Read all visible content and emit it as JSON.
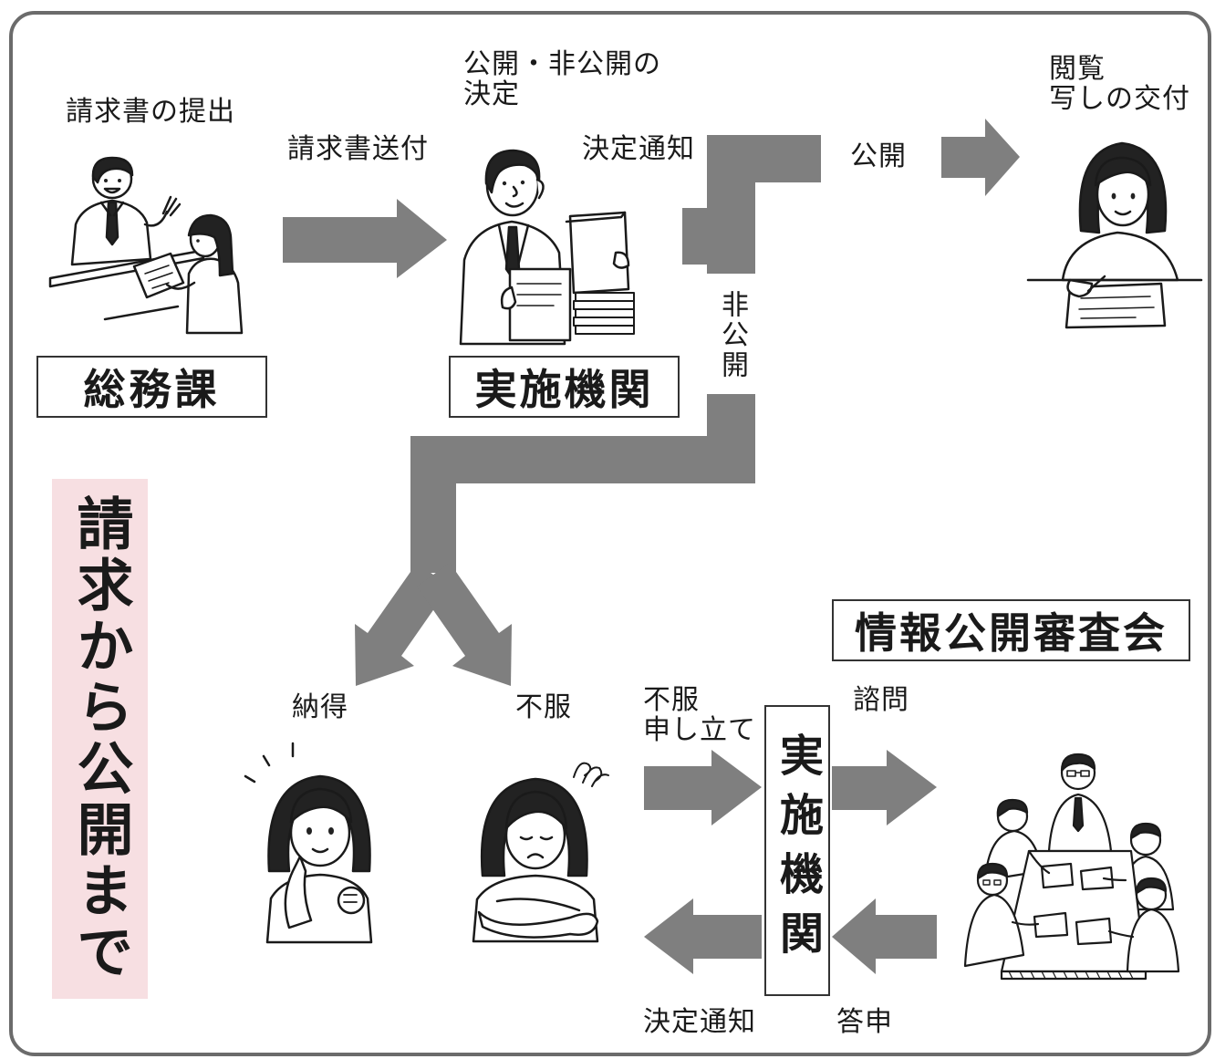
{
  "diagram_title": "請求から公開まで",
  "labels": {
    "request_submission": "請求書の提出",
    "request_forwarding": "請求書送付",
    "decision_line1": "公開・非公開の",
    "decision_line2": "決定",
    "decision_notice_top": "決定通知",
    "disclosure": "公開",
    "non_disclosure": "非公開",
    "viewing_line1": "閲覧",
    "viewing_line2": "写しの交付",
    "acceptance": "納得",
    "objection": "不服",
    "appeal_line1": "不服",
    "appeal_line2": "申し立て",
    "consultation": "諮問",
    "decision_notice_bottom": "決定通知",
    "report": "答申"
  },
  "boxes": {
    "general_affairs": "総務課",
    "implementing_agency_top": "実施機関",
    "implementing_agency_bottom": "実施機関",
    "review_board": "情報公開審査会"
  },
  "illustrations": [
    "desk-consultation-illustration",
    "official-with-documents-illustration",
    "woman-receiving-copy-illustration",
    "satisfied-woman-illustration",
    "dissatisfied-woman-illustration",
    "review-board-meeting-illustration"
  ],
  "colors": {
    "arrow": "#7f7f7f",
    "title_panel": "#f7dfe2",
    "frame": "#6b6b6b",
    "line_art": "#1a1a1a"
  }
}
